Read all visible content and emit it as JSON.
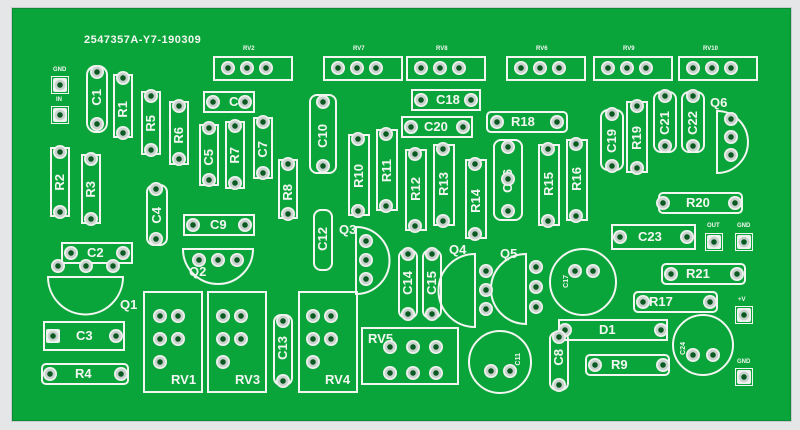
{
  "board": {
    "id": "2547357A-Y7-190309",
    "colors": {
      "board": "#0aa53a",
      "silk": "#f4f6f2"
    }
  },
  "labels": {
    "RV2": "RV2",
    "RV7": "RV7",
    "RV8": "RV8",
    "RV6": "RV6",
    "RV9": "RV9",
    "RV10": "RV10",
    "GND": "GND",
    "IN": "IN",
    "OUT": "OUT",
    "V": "+V",
    "C1": "C1",
    "R1": "R1",
    "R5": "R5",
    "R6": "R6",
    "C6": "C6",
    "C10": "C10",
    "C18": "C18",
    "R18": "R18",
    "C19": "C19",
    "R19": "R19",
    "C21": "C21",
    "C22": "C22",
    "Q6": "Q6",
    "C20": "C20",
    "C5": "C5",
    "R7": "R7",
    "C7": "C7",
    "R2": "R2",
    "R3": "R3",
    "R8": "R8",
    "R10": "R10",
    "R11": "R11",
    "R12": "R12",
    "R13": "R13",
    "C16": "C16",
    "R15": "R15",
    "R16": "R16",
    "C4": "C4",
    "C9": "C9",
    "R14": "R14",
    "R20": "R20",
    "C12": "C12",
    "Q3": "Q3",
    "C23": "C23",
    "C2": "C2",
    "Q4": "Q4",
    "Q5": "Q5",
    "Q2": "Q2",
    "R21": "R21",
    "C17": "C17",
    "C14": "C14",
    "C15": "C15",
    "Q1": "Q1",
    "R17": "R17",
    "C3": "C3",
    "D1": "D1",
    "RV5": "RV5",
    "C13": "C13",
    "C11": "C11",
    "C8": "C8",
    "C24": "C24",
    "R9": "R9",
    "R4": "R4",
    "RV1": "RV1",
    "RV3": "RV3",
    "RV4": "RV4"
  }
}
